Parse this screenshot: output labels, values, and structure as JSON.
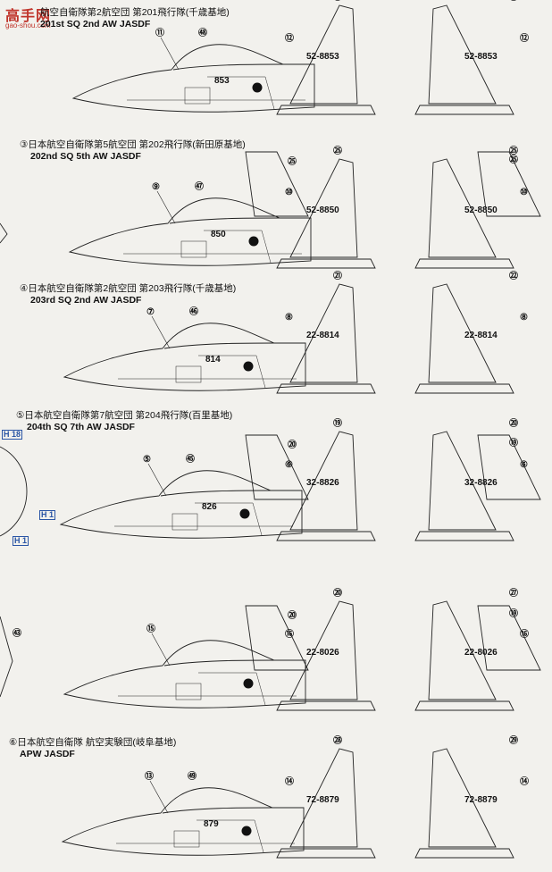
{
  "watermark": {
    "title": "高手网",
    "url": "gao-shou.com"
  },
  "sections": [
    {
      "num": "",
      "jp": "航空自衛隊第2航空団  第201飛行隊(千歳基地)",
      "en": "201st SQ 2nd AW JASDF",
      "serial": "853",
      "tail": "52-8853",
      "c": {
        "nose": "⑪",
        "intake": "㊽",
        "t1": "㉓",
        "t2": "⑫",
        "t3": "㉔",
        "t4": "⑫"
      }
    },
    {
      "num": "③",
      "jp": "日本航空自衛隊第5航空団  第202飛行隊(新田原基地)",
      "en": "202nd SQ 5th AW JASDF",
      "serial": "850",
      "tail": "52-8850",
      "c": {
        "nose": "⑨",
        "intake": "㊼",
        "t1": "㉕",
        "t2": "⑩",
        "t3": "㉕",
        "t4": "⑩",
        "fin": "㉕",
        "fin2": "㉕"
      }
    },
    {
      "num": "④",
      "jp": "日本航空自衛隊第2航空団  第203飛行隊(千歳基地)",
      "en": "203rd SQ 2nd AW JASDF",
      "serial": "814",
      "tail": "22-8814",
      "c": {
        "nose": "⑦",
        "intake": "㊻",
        "t1": "㉑",
        "t2": "⑧",
        "t3": "㉒",
        "t4": "⑧"
      }
    },
    {
      "num": "⑤",
      "jp": "日本航空自衛隊第7航空団  第204飛行隊(百里基地)",
      "en": "204th SQ 7th AW JASDF",
      "serial": "826",
      "tail": "32-8826",
      "c": {
        "nose": "⑤",
        "intake": "㊺",
        "t1": "⑲",
        "t2": "⑥",
        "t3": "⑳",
        "t4": "⑥",
        "fin": "⑳",
        "fin2": "⑲"
      }
    },
    {
      "num": "",
      "jp": "",
      "en": "",
      "serial": "",
      "tail": "22-8026",
      "c": {
        "nose": "⑮",
        "intake": "",
        "t1": "⑳",
        "t2": "⑯",
        "t3": "㉗",
        "t4": "⑯",
        "fin": "⑳",
        "fin2": "⑲"
      }
    },
    {
      "num": "⑥",
      "jp": "日本航空自衛隊  航空実験団(岐阜基地)",
      "en": "APW JASDF",
      "serial": "879",
      "tail": "72-8879",
      "c": {
        "nose": "⑬",
        "intake": "㊾",
        "t1": "㉘",
        "t2": "⑭",
        "t3": "㉙",
        "t4": "⑭"
      }
    }
  ],
  "side_parts": {
    "h18": "H 18",
    "h1a": "H 1",
    "h1b": "H 1",
    "c63": "㊸"
  }
}
